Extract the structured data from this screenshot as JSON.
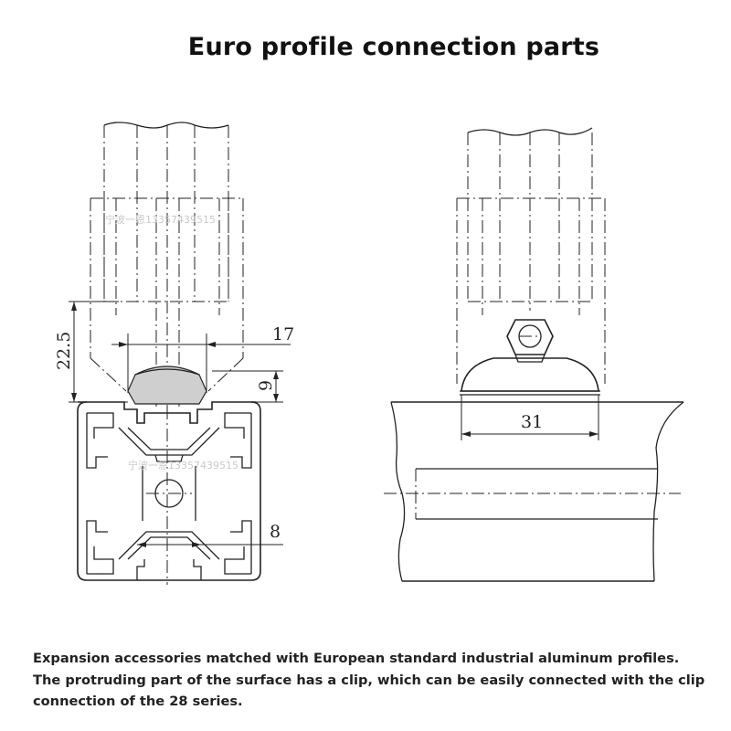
{
  "title": "Euro profile connection parts",
  "description": "Expansion accessories matched with European standard industrial aluminum profiles. The protruding part of the surface has a clip, which can be easily connected with the clip connection of the 28 series.",
  "dimensions": {
    "height_total": "22.5",
    "neck_width": "17",
    "clip_height": "9",
    "slot_width": "8",
    "base_width": "31"
  },
  "watermark": "宁波一恩13357439515",
  "colors": {
    "line": "#222222",
    "clip_fill": "#cfcfcf",
    "background": "#ffffff"
  }
}
